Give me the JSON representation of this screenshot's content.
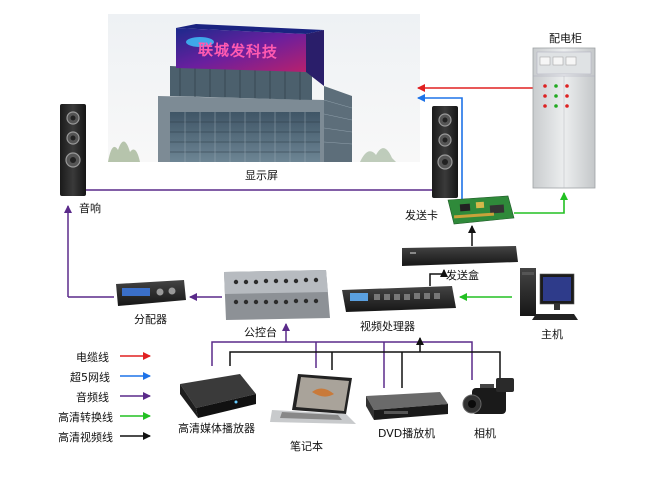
{
  "screen": {
    "billboard_text": "联城发科技"
  },
  "labels": {
    "cabinet": "配电柜",
    "screen": "显示屏",
    "speaker": "音响",
    "sender_card": "发送卡",
    "sender_box": "发送盒",
    "host": "主机",
    "distributor": "分配器",
    "matrix": "公控台",
    "video_processor": "视频处理器",
    "media_player": "高清媒体播放器",
    "laptop": "笔记本",
    "dvd": "DVD播放机",
    "camera": "相机"
  },
  "legend": [
    {
      "label": "电缆线",
      "color": "#e02020"
    },
    {
      "label": "超5网线",
      "color": "#1e73e8"
    },
    {
      "label": "音频线",
      "color": "#5a2a8a"
    },
    {
      "label": "高清转换线",
      "color": "#22c022"
    },
    {
      "label": "高清视频线",
      "color": "#111111"
    }
  ]
}
